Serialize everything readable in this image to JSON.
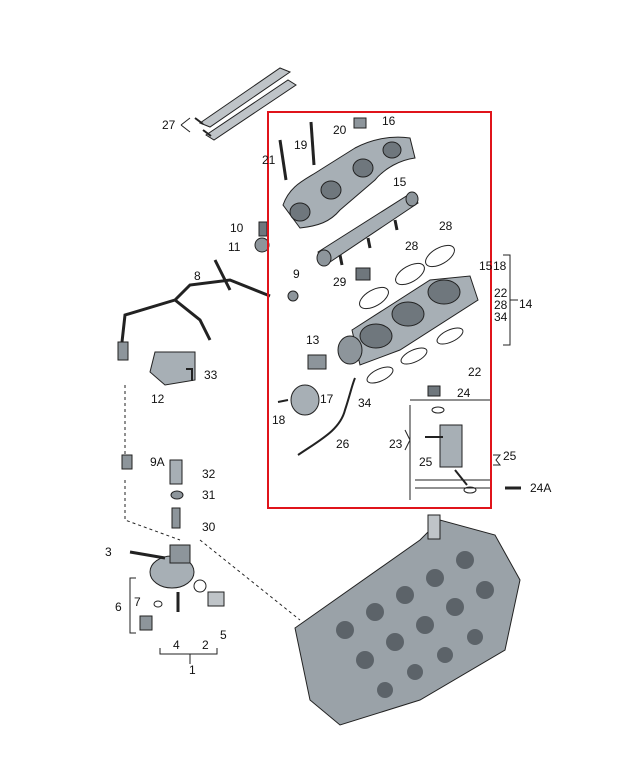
{
  "diagram": {
    "highlight_color": "#e0141b",
    "part_color": "#8d959b",
    "line_color": "#222222",
    "labels": {
      "l27": "27",
      "l20": "20",
      "l16": "16",
      "l19": "19",
      "l21": "21",
      "l15": "15",
      "l28a": "28",
      "l28b": "28",
      "l10": "10",
      "l11": "11",
      "l9": "9",
      "l8": "8",
      "l29": "29",
      "l15b": "15",
      "l18a": "18",
      "l22a": "22",
      "l28c": "28",
      "l34a": "34",
      "l14": "14",
      "l13": "13",
      "l22b": "22",
      "l33": "33",
      "l12": "12",
      "l17": "17",
      "l34b": "34",
      "l24": "24",
      "l18b": "18",
      "l26": "26",
      "l23": "23",
      "l25a": "25",
      "l25b": "25",
      "l9A": "9A",
      "l32": "32",
      "l31": "31",
      "l24A": "24A",
      "l30": "30",
      "l3": "3",
      "l7": "7",
      "l6": "6",
      "l5": "5",
      "l4": "4",
      "l2": "2",
      "l1": "1"
    }
  }
}
